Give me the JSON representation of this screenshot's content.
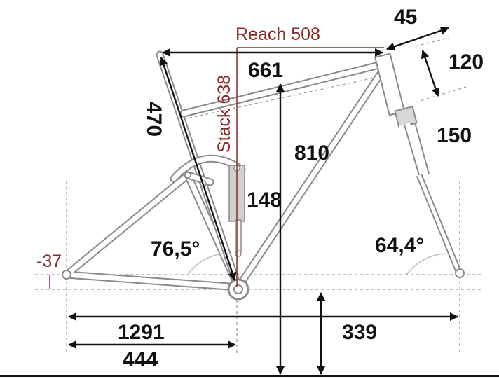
{
  "colors": {
    "frame": "#8a8a8a",
    "dimension": "#111111",
    "accent": "#8b2a2a"
  },
  "dimensions": {
    "reach": "Reach 508",
    "stack": "Stack 638",
    "top_tube": "661",
    "stem": "45",
    "headset_stack": "120",
    "fork_travel": "150",
    "seat_tube": "470",
    "height_810": "810",
    "head_tube_length": "148",
    "seat_angle": "76,5°",
    "head_angle": "64,4°",
    "bb_drop": "-37",
    "wheelbase": "1291",
    "front_center": "339",
    "chainstay": "444"
  }
}
